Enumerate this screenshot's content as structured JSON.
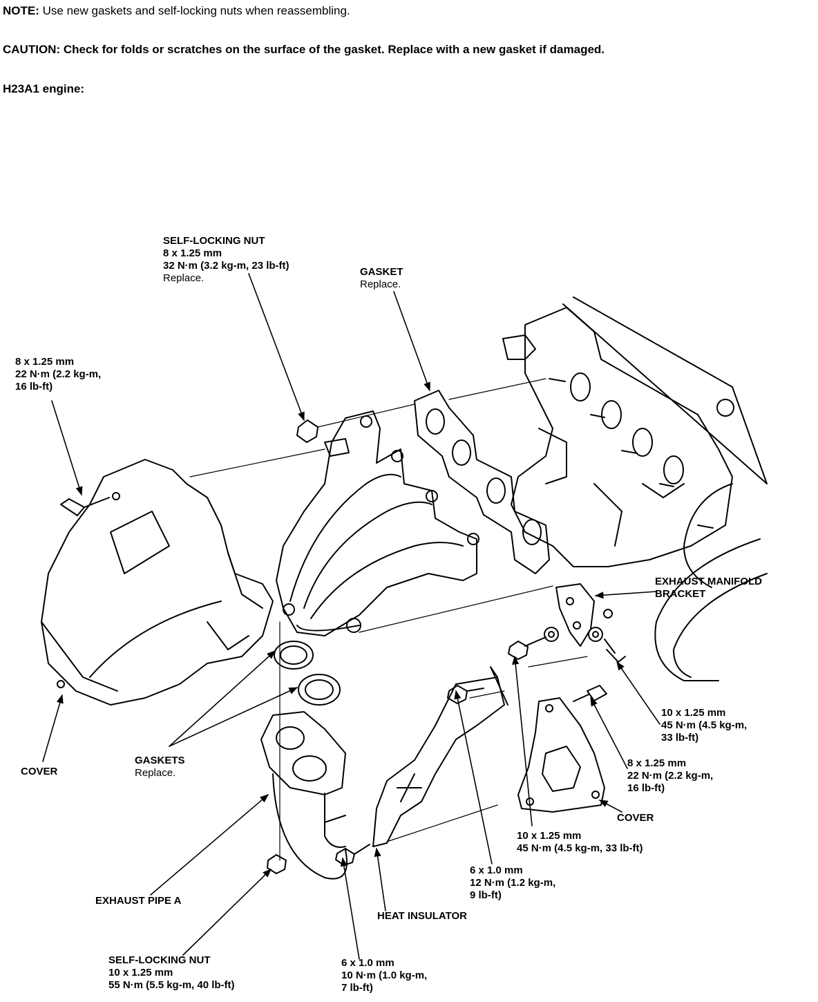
{
  "notes": {
    "note_label": "NOTE:",
    "note_text": "Use new gaskets and self-locking nuts when reassembling.",
    "caution_label": "CAUTION:",
    "caution_text": "Check for folds or scratches on the surface of the gasket. Replace with a new gasket if damaged.",
    "engine": "H23A1 engine:"
  },
  "labels": {
    "top_nut": {
      "name": "SELF-LOCKING NUT",
      "size": "8 x 1.25 mm",
      "torque": "32 N·m (3.2 kg-m, 23 lb-ft)",
      "action": "Replace."
    },
    "gasket_top": {
      "name": "GASKET",
      "action": "Replace."
    },
    "left_bolt": {
      "size": "8 x 1.25 mm",
      "torque_1": "22 N·m (2.2 kg-m,",
      "torque_2": "16 lb-ft)"
    },
    "bracket": {
      "line_1": "EXHAUST MANIFOLD",
      "line_2": "BRACKET"
    },
    "bracket_bolt": {
      "size": "10 x 1.25 mm",
      "torque_1": "45 N·m (4.5 kg-m,",
      "torque_2": "33 lb-ft)"
    },
    "cover_bolt": {
      "size": "8 x 1.25 mm",
      "torque_1": "22 N·m (2.2 kg-m,",
      "torque_2": "16 lb-ft)"
    },
    "cover_right": "COVER",
    "cover_left": "COVER",
    "gaskets": {
      "name": "GASKETS",
      "action": "Replace."
    },
    "mid_bolt": {
      "size": "10 x 1.25 mm",
      "torque": "45 N·m (4.5 kg-m, 33 lb-ft)"
    },
    "small_bolt": {
      "size": "6 x 1.0 mm",
      "torque_1": "12 N·m (1.2 kg-m,",
      "torque_2": "9 lb-ft)"
    },
    "heat_insulator": "HEAT INSULATOR",
    "exhaust_pipe": "EXHAUST PIPE A",
    "bottom_nut": {
      "name": "SELF-LOCKING NUT",
      "size": "10 x 1.25 mm",
      "torque": "55 N·m (5.5 kg-m, 40 lb-ft)"
    },
    "bottom_bolt": {
      "size": "6 x 1.0 mm",
      "torque_1": "10 N·m (1.0 kg-m,",
      "torque_2": "7 lb-ft)"
    }
  }
}
